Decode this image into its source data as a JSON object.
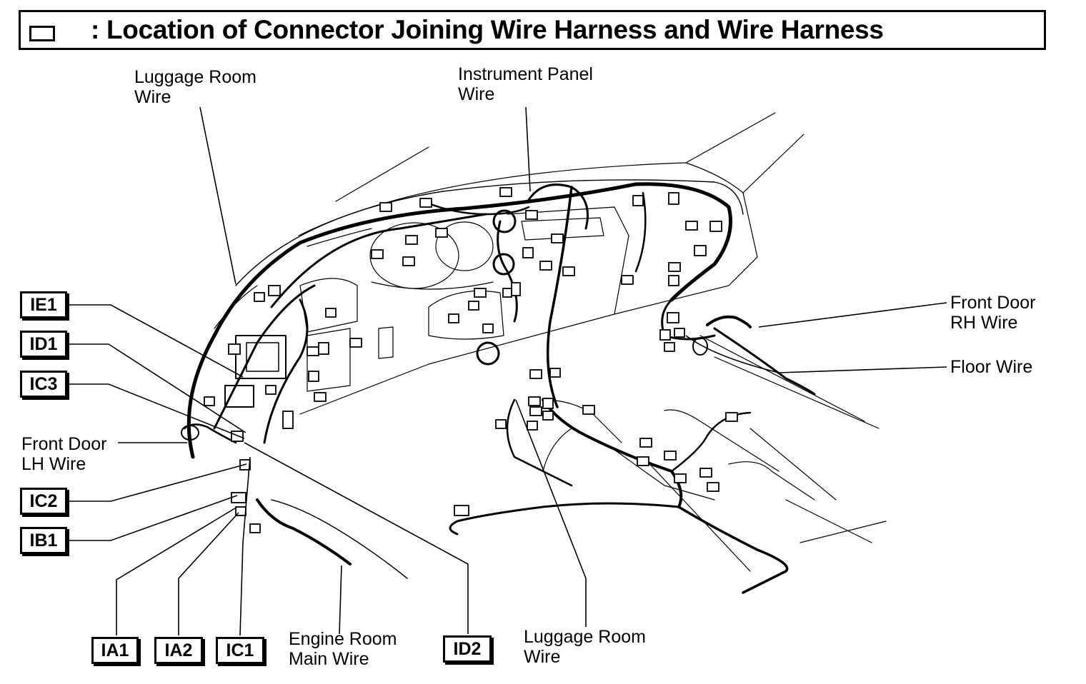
{
  "title": {
    "legend_symbol": "rectangle",
    "text": ": Location of Connector Joining Wire Harness and Wire Harness"
  },
  "labels": {
    "luggage_room_wire_top": "Luggage Room\nWire",
    "instrument_panel_wire": "Instrument Panel\nWire",
    "front_door_rh_wire": "Front Door\nRH Wire",
    "floor_wire": "Floor Wire",
    "front_door_lh_wire": "Front Door\nLH Wire",
    "engine_room_main_wire": "Engine Room\nMain Wire",
    "luggage_room_wire_bottom": "Luggage Room\nWire"
  },
  "connector_codes": {
    "ie1": "IE1",
    "id1": "ID1",
    "ic3": "IC3",
    "ic2": "IC2",
    "ib1": "IB1",
    "ia1": "IA1",
    "ia2": "IA2",
    "ic1": "IC1",
    "id2": "ID2"
  },
  "colors": {
    "ink": "#000000",
    "background": "#ffffff"
  }
}
